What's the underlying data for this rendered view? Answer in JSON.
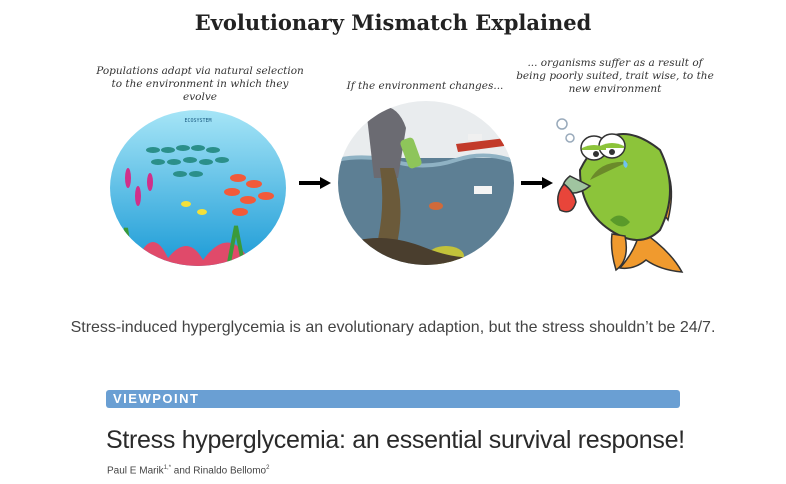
{
  "figure": {
    "title": "Evolutionary Mismatch Explained",
    "captions": [
      "Populations adapt via natural selection to the environment in which they evolve",
      "If the environment changes...",
      "... organisms suffer as a result of being poorly suited, trait wise, to the new environment"
    ],
    "ecosystem_label": "ECOSYSTEM",
    "arrow_icon": "right-arrow-icon",
    "colors": {
      "water": "#39b8e8",
      "polluted": "#5d7f94",
      "fish_green": "#8cc43a",
      "fish_fin": "#f09a2e"
    }
  },
  "caption": "Stress-induced hyperglycemia is an evolutionary adaption, but the stress shouldn’t be 24/7.",
  "paper": {
    "section": "VIEWPOINT",
    "title": "Stress hyperglycemia: an essential survival response!",
    "author1": "Paul E Marik",
    "author1_sup": "1,*",
    "and": " and ",
    "author2": "Rinaldo Bellomo",
    "author2_sup": "2"
  }
}
